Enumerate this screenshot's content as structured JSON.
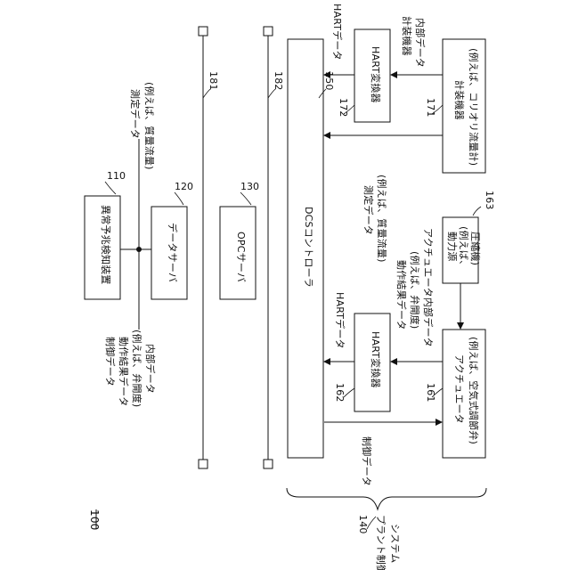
{
  "figure": {
    "label": "100"
  },
  "devices": {
    "anomaly_detector": {
      "ref": "110",
      "label": "異常予兆検知装置"
    },
    "data_server": {
      "ref": "120",
      "label": "データサーバ"
    },
    "opc_server": {
      "ref": "130",
      "label": "OPCサーバ"
    },
    "dcs_controller": {
      "ref": "150",
      "label": "DCSコントローラ"
    },
    "hart_upper": {
      "ref": "172",
      "label": "HART変換器"
    },
    "instrument": {
      "ref": "171",
      "label_lines": [
        "計装機器",
        "(例えば、コリオリ流量計)"
      ]
    },
    "power_source": {
      "ref": "163",
      "label_lines": [
        "動力源",
        "(例えば、",
        "圧縮機)"
      ]
    },
    "hart_lower": {
      "ref": "162",
      "label": "HART変換器"
    },
    "actuator": {
      "ref": "161",
      "label_lines": [
        "アクチュエータ",
        "(例えば、空気式調節弁)"
      ]
    }
  },
  "buses": {
    "bus1": {
      "ref": "181"
    },
    "bus2": {
      "ref": "182"
    }
  },
  "system": {
    "ref": "140",
    "label_lines": [
      "プラント制御",
      "システム"
    ]
  },
  "annotations": {
    "left_data": [
      "制御データ",
      "動作結果データ",
      "(例えば、弁開度)",
      "内部データ"
    ],
    "measurement_top": [
      "測定データ",
      "(例えば、質量流量)"
    ],
    "measurement_mid": [
      "測定データ",
      "(例えば、質量流量)"
    ],
    "hart_data_top": "HARTデータ",
    "instrument_internal": [
      "計装機器",
      "内部データ"
    ],
    "hart_data_bottom": "HARTデータ",
    "operation_result": [
      "動作結果データ",
      "(例えば、弁開度)",
      "アクチュエータ内部データ"
    ],
    "control_data": "制御データ"
  }
}
